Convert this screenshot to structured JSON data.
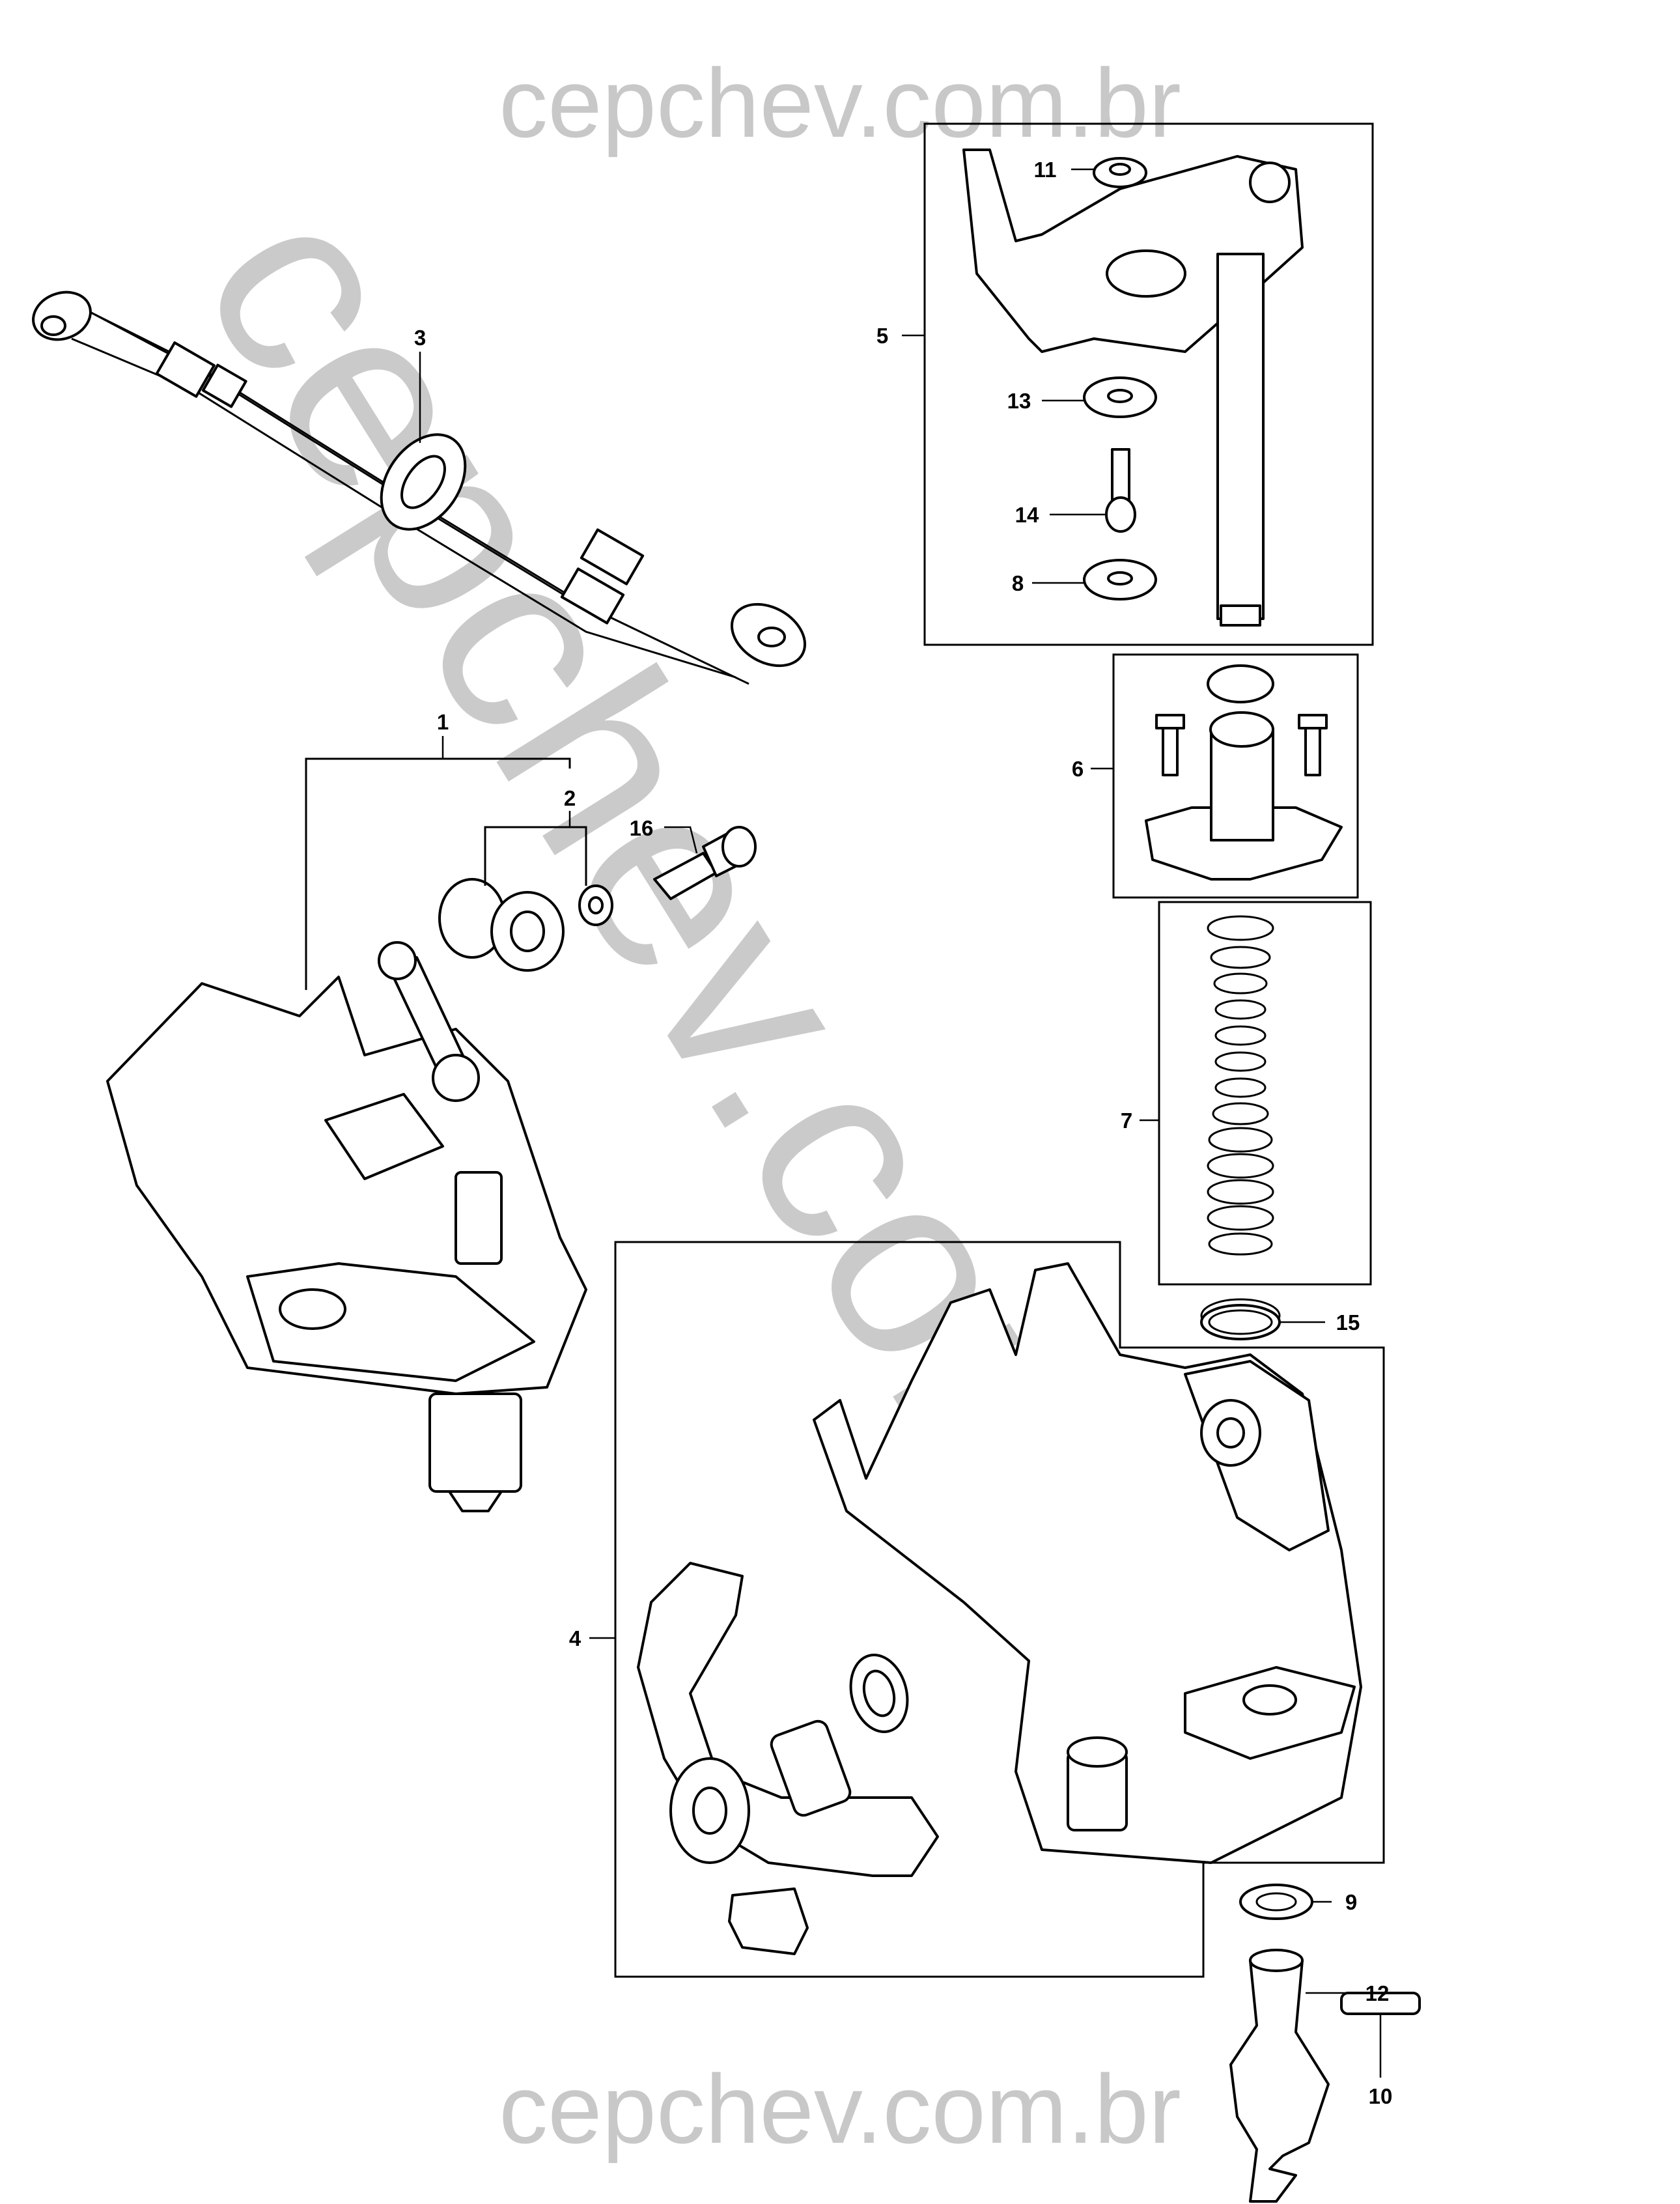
{
  "watermark": {
    "top": "cepchev.com.br",
    "bottom": "cepchev.com.br",
    "diagonal": "cepchev.com.br"
  },
  "callouts": {
    "c1": "1",
    "c2": "2",
    "c3": "3",
    "c4": "4",
    "c5": "5",
    "c6": "6",
    "c7": "7",
    "c8": "8",
    "c9": "9",
    "c10": "10",
    "c11": "11",
    "c12": "12",
    "c13": "13",
    "c14": "14",
    "c15": "15",
    "c16": "16"
  }
}
